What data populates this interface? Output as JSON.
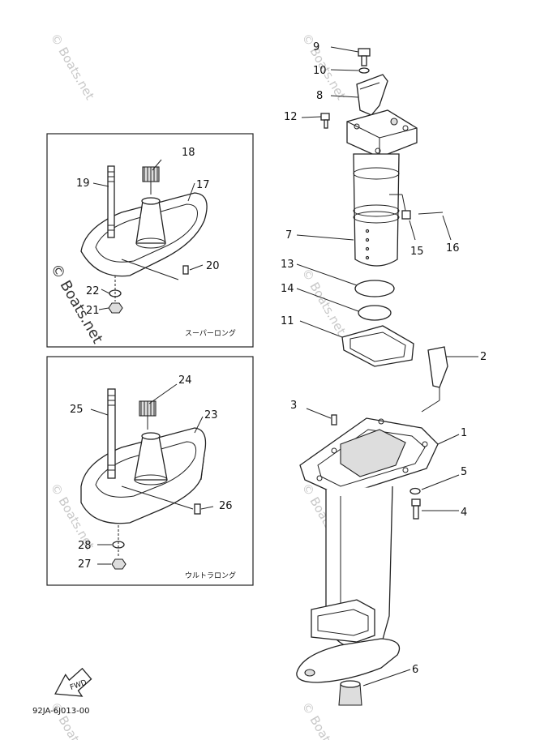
{
  "diagram": {
    "callouts": {
      "c1": "1",
      "c2": "2",
      "c3": "3",
      "c4": "4",
      "c5": "5",
      "c6": "6",
      "c7": "7",
      "c8": "8",
      "c9": "9",
      "c10": "10",
      "c11": "11",
      "c12": "12",
      "c13": "13",
      "c14": "14",
      "c15": "15",
      "c16": "16",
      "c17": "17",
      "c18": "18",
      "c19": "19",
      "c20": "20",
      "c21": "21",
      "c22": "22",
      "c23": "23",
      "c24": "24",
      "c25": "25",
      "c26": "26",
      "c27": "27",
      "c28": "28"
    },
    "inset_super_long": "スーパーロング",
    "inset_ultra_long": "ウルトラロング",
    "fwd_label": "FWD",
    "drawing_code": "92JA-6J013-00",
    "watermark": "© Boats.net"
  }
}
